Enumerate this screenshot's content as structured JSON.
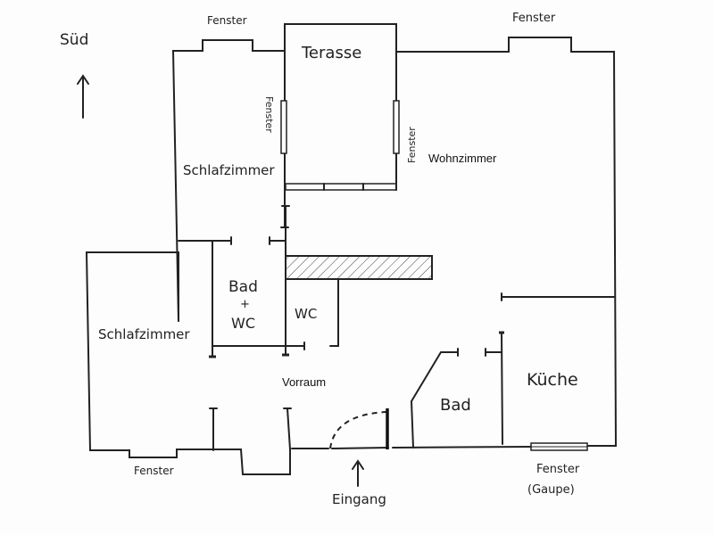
{
  "compass": {
    "label": "Süd",
    "arrow": "up-arrow-icon"
  },
  "rooms": {
    "terrace": "Terasse",
    "bedroom_top": "Schlafzimmer",
    "living_room": "Wohnzimmer",
    "bath_wc": "Bad",
    "bath_wc_plus": "+",
    "bath_wc_wc": "WC",
    "wc": "WC",
    "bedroom_left": "Schlafzimmer",
    "hallway": "Vorraum",
    "bath": "Bad",
    "kitchen": "Küche"
  },
  "windows": {
    "top_left": "Fenster",
    "top_right": "Fenster",
    "terrace_left": "Fenster",
    "terrace_right": "Fenster",
    "bottom_left": "Fenster",
    "bottom_right": "Fenster",
    "bottom_right_note": "(Gaupe)"
  },
  "entrance": {
    "label": "Eingang"
  }
}
